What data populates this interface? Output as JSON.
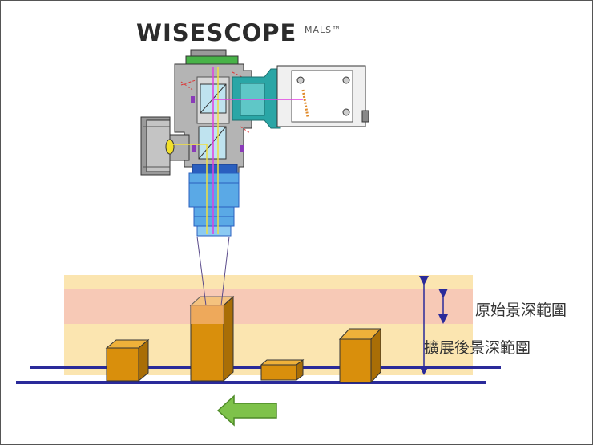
{
  "brand": {
    "name": "WISESCOPE",
    "suffix": "MALS™"
  },
  "labels": {
    "original_dof": "原始景深範圍",
    "extended_dof": "擴展後景深範圍"
  },
  "colors": {
    "extended_band": "#fbe5b0",
    "original_band": "#f7c7b4",
    "object": "#d98f0c",
    "rail": "#2a2a9a",
    "arrow": "#7ec24a",
    "lens": "#5aa9e6",
    "camera_teal": "#2aa6a6"
  },
  "icons": {
    "conveyor_direction": "left-arrow-icon"
  }
}
